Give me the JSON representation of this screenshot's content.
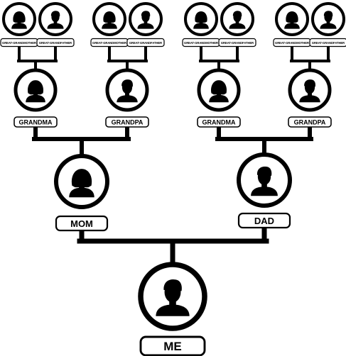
{
  "colors": {
    "ink": "#000000",
    "paper": "#ffffff"
  },
  "generations": {
    "great_grandparents": [
      {
        "label": "GREAT-GRANDMOTHER",
        "icon": "female-silhouette-icon"
      },
      {
        "label": "GREAT-GRANDFATHER",
        "icon": "male-silhouette-icon"
      },
      {
        "label": "GREAT-GRANDMOTHER",
        "icon": "female-silhouette-icon"
      },
      {
        "label": "GREAT-GRANDFATHER",
        "icon": "male-silhouette-icon"
      },
      {
        "label": "GREAT-GRANDMOTHER",
        "icon": "female-silhouette-icon"
      },
      {
        "label": "GREAT-GRANDFATHER",
        "icon": "male-silhouette-icon"
      },
      {
        "label": "GREAT-GRANDMOTHER",
        "icon": "female-silhouette-icon"
      },
      {
        "label": "GREAT-GRANDFATHER",
        "icon": "male-silhouette-icon"
      }
    ],
    "grandparents": [
      {
        "label": "GRANDMA",
        "icon": "female-silhouette-icon"
      },
      {
        "label": "GRANDPA",
        "icon": "male-silhouette-icon"
      },
      {
        "label": "GRANDMA",
        "icon": "female-silhouette-icon"
      },
      {
        "label": "GRANDPA",
        "icon": "male-silhouette-icon"
      }
    ],
    "parents": [
      {
        "label": "MOM",
        "icon": "female-silhouette-icon"
      },
      {
        "label": "DAD",
        "icon": "male-silhouette-icon"
      }
    ],
    "self": [
      {
        "label": "ME",
        "icon": "male-silhouette-icon"
      }
    ]
  }
}
